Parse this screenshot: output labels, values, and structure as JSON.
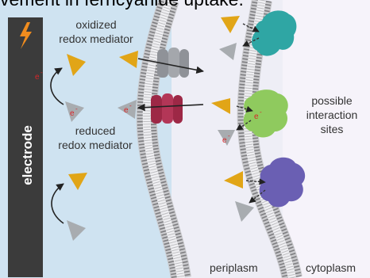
{
  "caption": "vement in ferricyanide uptake.",
  "labels": {
    "electrode": "electrode",
    "oxidized_line1": "oxidized",
    "oxidized_line2": "redox mediator",
    "reduced_line1": "reduced",
    "reduced_line2": "redox mediator",
    "possible_line1": "possible",
    "possible_line2": "interaction",
    "possible_line3": "sites",
    "periplasm": "periplasm",
    "cytoplasm": "cytoplasm",
    "electron": "e",
    "electron_charge": "-"
  },
  "colors": {
    "extracellular": "#cfe3f1",
    "periplasm": "#eeeef6",
    "cytoplasm": "#f6f3fa",
    "electrode": "#3b3b3b",
    "lightning": "#f08c1e",
    "oxidized": "#e1a517",
    "reduced": "#a8acb0",
    "electron": "#d8262a",
    "channel_gray": "#8f9298",
    "channel_red": "#9d2846",
    "protein_teal": "#2fa6a4",
    "protein_green": "#8fca5e",
    "protein_purple": "#6a5fb3"
  },
  "icons": [
    "lightning-icon",
    "oxidized-mediator-icon",
    "reduced-mediator-icon",
    "membrane-channel-icon",
    "protein-icon"
  ]
}
